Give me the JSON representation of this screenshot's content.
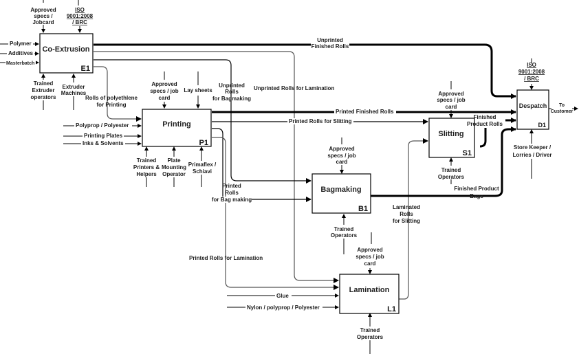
{
  "diagram": {
    "type": "IDEF0 process flow",
    "boxes": {
      "coextrusion": {
        "title": "Co-Extrusion",
        "id": "E1"
      },
      "printing": {
        "title": "Printing",
        "id": "P1"
      },
      "bagmaking": {
        "title": "Bagmaking",
        "id": "B1"
      },
      "slitting": {
        "title": "Slitting",
        "id": "S1"
      },
      "lamination": {
        "title": "Lamination",
        "id": "L1"
      },
      "despatch": {
        "title": "Despatch",
        "id": "D1"
      }
    },
    "coextrusion": {
      "controls": [
        "Approved",
        "specs /",
        "Jobcard"
      ],
      "iso": [
        "ISO",
        "9001:2008",
        "/ BRC"
      ],
      "inputs": [
        "Polymer",
        "Additives",
        "Masterbatch"
      ],
      "mech1": [
        "Trained",
        "Extruder",
        "operators"
      ],
      "mech2": [
        "Extruder",
        "Machines"
      ]
    },
    "printing": {
      "control1": [
        "Approved",
        "specs / job",
        "card"
      ],
      "control2": "Lay sheets",
      "inputs": [
        "Polyprop / Polyester",
        "Printing Plates",
        "Inks & Solvents"
      ],
      "mech1": [
        "Trained",
        "Printers &",
        "Helpers"
      ],
      "mech2": [
        "Plate",
        "Mounting",
        "Operator"
      ],
      "mech3": [
        "Primaflex /",
        "Schiavi"
      ]
    },
    "bagmaking": {
      "control": [
        "Approved",
        "specs / job",
        "card"
      ],
      "mech": [
        "Trained",
        "Operators"
      ]
    },
    "slitting": {
      "control": [
        "Approved",
        "specs / job",
        "card"
      ],
      "mech": [
        "Trained",
        "Operators"
      ]
    },
    "lamination": {
      "control": [
        "Approved",
        "specs / job",
        "card"
      ],
      "inputs": [
        "Glue",
        "Nylon / polyprop / Polyester"
      ],
      "mech": [
        "Trained",
        "Operators"
      ]
    },
    "despatch": {
      "iso": [
        "ISO",
        "9001:2008",
        "/ BRC"
      ],
      "mech": [
        "Store Keeper /",
        "Lorries / Driver"
      ],
      "output": [
        "To",
        "Customer"
      ]
    },
    "flows": {
      "unprinted_finished": [
        "Unprinted",
        "Finished Rolls"
      ],
      "rolls_for_printing": [
        "Rolls of polyethlene",
        "for Printing"
      ],
      "unprinted_bagmaking": [
        "Unprinted",
        "Rolls",
        "for Bagmaking"
      ],
      "unprinted_lamination": "Unprinted Rolls for Lamination",
      "printed_finished": "Printed Finished Rolls",
      "printed_slitting": "Printed Rolls for Slitting",
      "printed_bagmaking": [
        "Printed",
        "Rolls",
        "for Bag making"
      ],
      "printed_lamination": "Printed Rolls for Lamination",
      "laminated_slitting": [
        "Laminated",
        "Rolls",
        "for Slitting"
      ],
      "finished_product_rolls": [
        "Finished",
        "Product Rolls"
      ],
      "finished_product_bags": [
        "Finished Product",
        "Bags"
      ]
    }
  }
}
